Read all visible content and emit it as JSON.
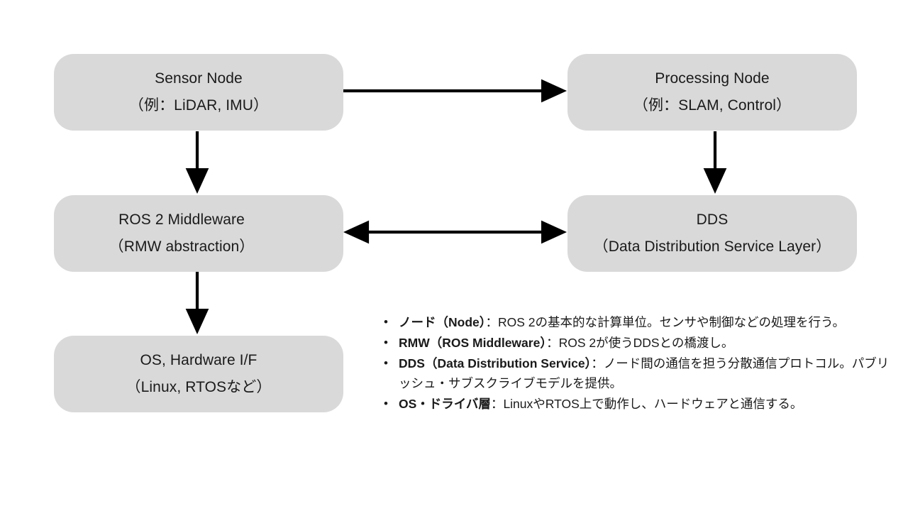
{
  "diagram": {
    "title": "ROS 2 architecture layer diagram",
    "colors": {
      "box_fill": "#d9d9d9",
      "text": "#1a1a1a",
      "arrow": "#000000",
      "background": "#ffffff"
    },
    "boxes": [
      {
        "id": "sensor-node",
        "line1": "Sensor Node",
        "line2": "（例：LiDAR, IMU）"
      },
      {
        "id": "processing-node",
        "line1": "Processing Node",
        "line2": "（例：SLAM, Control）"
      },
      {
        "id": "ros2-middleware",
        "line1": "ROS 2 Middleware",
        "line2": "（RMW abstraction）"
      },
      {
        "id": "dds",
        "line1": "DDS",
        "line2": "（Data Distribution Service Layer）"
      },
      {
        "id": "os-hardware",
        "line1": "OS, Hardware I/F",
        "line2": "（Linux, RTOSなど）"
      }
    ],
    "arrows": [
      {
        "id": "sensor-to-processing",
        "direction": "right"
      },
      {
        "id": "middleware-to-dds",
        "direction": "both"
      },
      {
        "id": "sensor-to-middleware",
        "direction": "down"
      },
      {
        "id": "processing-to-dds",
        "direction": "down"
      },
      {
        "id": "middleware-to-os",
        "direction": "down"
      }
    ]
  },
  "legend": {
    "items": [
      {
        "term": "ノード（Node）",
        "separator": "：",
        "description": "ROS 2の基本的な計算単位。センサや制御などの処理を行う。"
      },
      {
        "term": "RMW（ROS Middleware）",
        "separator": "：",
        "description": "ROS 2が使うDDSとの橋渡し。"
      },
      {
        "term": "DDS（Data Distribution Service）",
        "separator": "：",
        "description": "ノード間の通信を担う分散通信プロトコル。パブリッシュ・サブスクライブモデルを提供。"
      },
      {
        "term": "OS・ドライバ層",
        "separator": "：",
        "description": "LinuxやRTOS上で動作し、ハードウェアと通信する。"
      }
    ]
  }
}
